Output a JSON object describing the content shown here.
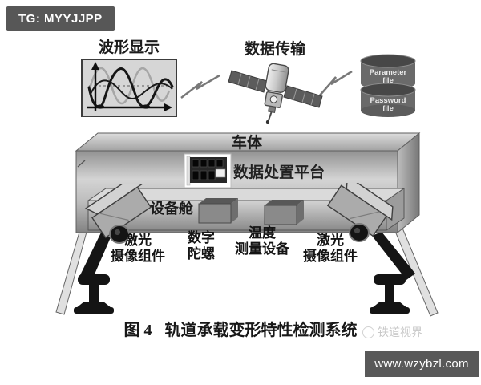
{
  "badges": {
    "tg": "TG: MYYJJPP",
    "site": "www.wzybzl.com"
  },
  "watermark": {
    "text": "铁道视界"
  },
  "diagram": {
    "waveform": {
      "label": "波形显示"
    },
    "transmission": {
      "label": "数据传输"
    },
    "storage": {
      "parameter_line1": "Parameter",
      "parameter_line2": "file",
      "password_line1": "Password",
      "password_line2": "file"
    },
    "car": {
      "body_label": "车体",
      "platform_label": "数据处置平台",
      "cabin_label": "设备舱"
    },
    "components": [
      {
        "line1": "激光",
        "line2": "摄像组件"
      },
      {
        "line1": "数字",
        "line2": "陀螺"
      },
      {
        "line1": "温度",
        "line2": "测量设备"
      },
      {
        "line1": "激光",
        "line2": "摄像组件"
      }
    ],
    "caption": {
      "figure_no": "图 4",
      "title": "轨道承载变形特性检测系统"
    }
  }
}
